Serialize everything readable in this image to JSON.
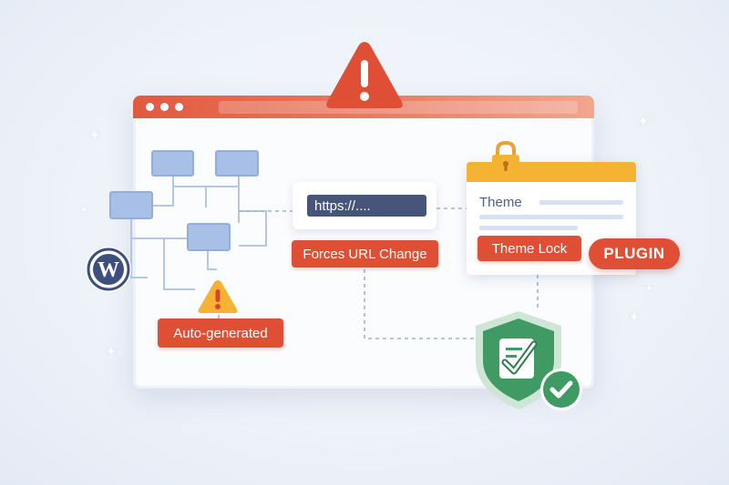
{
  "window": {
    "dots": [
      "",
      "",
      ""
    ]
  },
  "labels": {
    "url": "https://....",
    "forces_url_change": "Forces URL Change",
    "auto_generated": "Auto-generated",
    "theme_title": "Theme",
    "theme_lock": "Theme Lock",
    "plugin": "PLUGIN"
  },
  "icons": {
    "main_warning": "warning-triangle-icon",
    "small_warning": "warning-triangle-icon",
    "wordpress": "wordpress-logo-icon",
    "lock": "padlock-icon",
    "shield": "shield-checklist-icon",
    "check": "check-circle-icon"
  },
  "colors": {
    "accent_red": "#df4f36",
    "theme_yellow": "#f6b232",
    "shield_green": "#3f9a63",
    "node_blue": "#a8c0e6",
    "url_bar": "#47557a"
  }
}
